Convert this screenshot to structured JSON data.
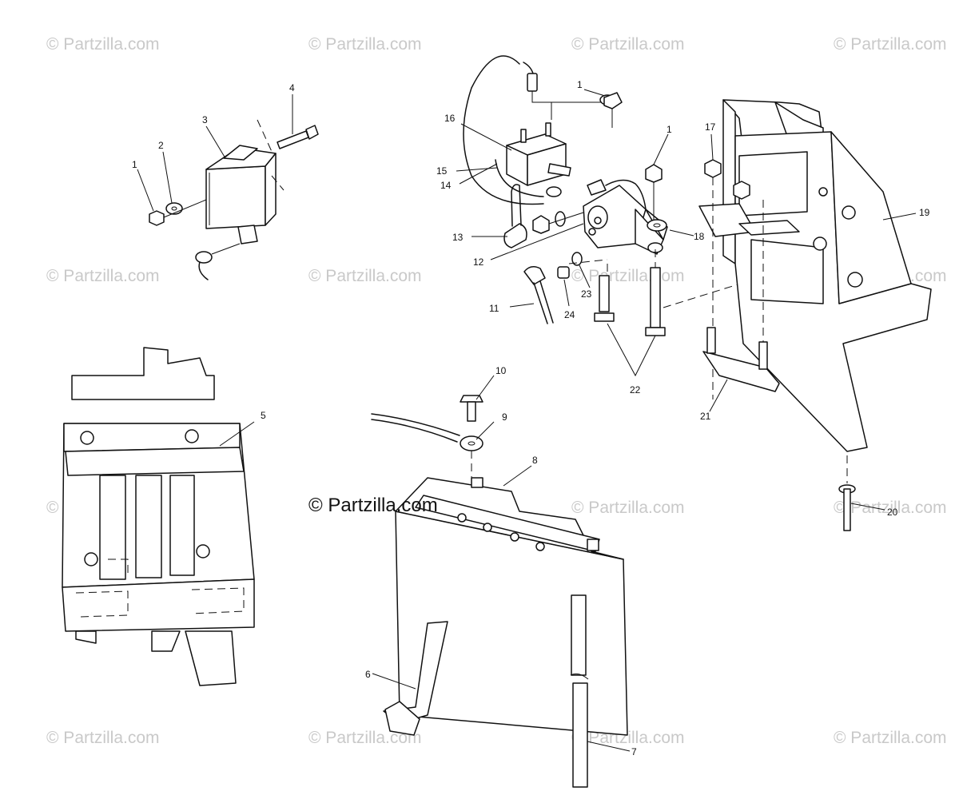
{
  "watermark": {
    "text": "© Partzilla.com",
    "main_text": "© Partzilla.com"
  },
  "callouts": {
    "c1a": "1",
    "c2": "2",
    "c3": "3",
    "c4": "4",
    "c5": "5",
    "c6": "6",
    "c7": "7",
    "c8": "8",
    "c9": "9",
    "c10": "10",
    "c11": "11",
    "c12": "12",
    "c13": "13",
    "c14": "14",
    "c15": "15",
    "c16": "16",
    "c1b": "1",
    "c1c": "1",
    "c17": "17",
    "c18": "18",
    "c19": "19",
    "c20": "20",
    "c21": "21",
    "c22": "22",
    "c23": "23",
    "c24": "24"
  }
}
